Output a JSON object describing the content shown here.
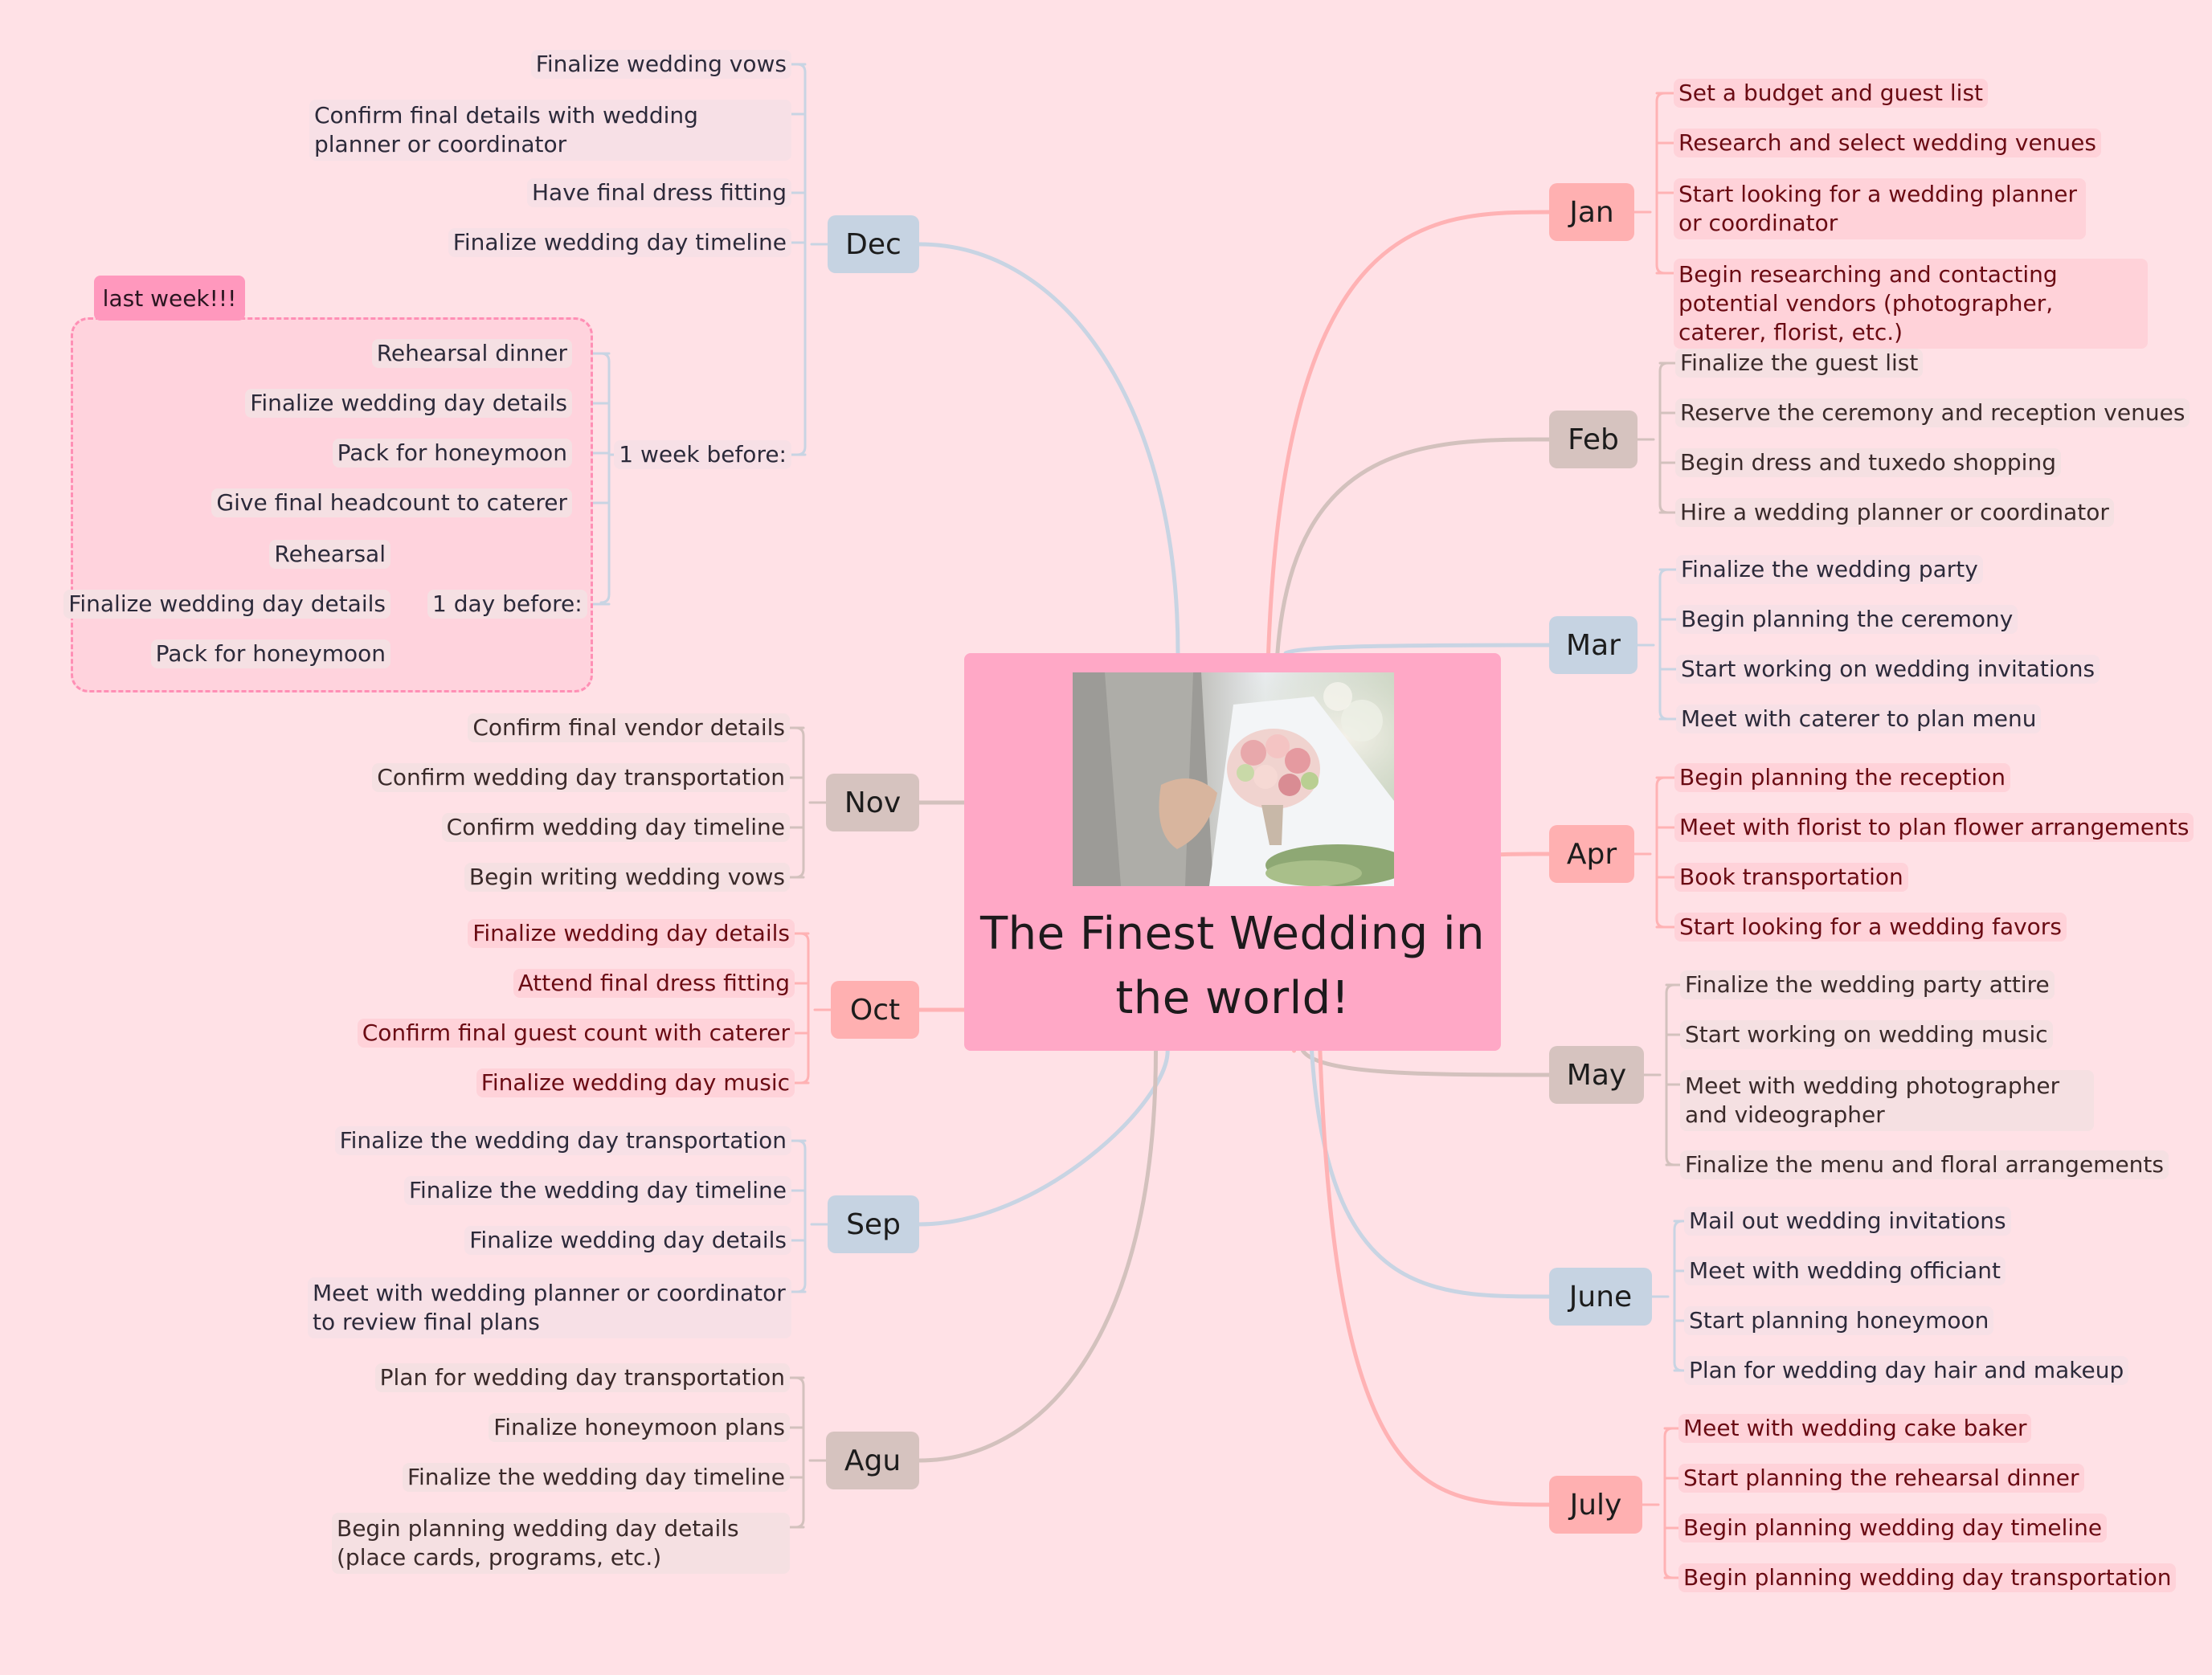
{
  "title": "The Finest Wedding in the world!",
  "colors": {
    "background": "#ffe1e6",
    "center": "#ffa8c6",
    "blue_branch": "#c6d3e2",
    "beige_branch": "#d6c3bf",
    "red_branch": "#ffb0b1"
  },
  "photo_alt": "bride and groom photo",
  "right_months": [
    {
      "label": "Jan",
      "items": [
        "Set a budget and guest list",
        "Research and select wedding venues",
        "Start looking for a wedding planner or coordinator",
        "Begin researching and contacting potential vendors (photographer, caterer, florist, etc.)"
      ]
    },
    {
      "label": "Feb",
      "items": [
        "Finalize the guest list",
        "Reserve the ceremony and reception venues",
        "Begin dress and tuxedo shopping",
        "Hire a wedding planner or coordinator"
      ]
    },
    {
      "label": "Mar",
      "items": [
        "Finalize the wedding party",
        "Begin planning the ceremony",
        "Start working on wedding invitations",
        "Meet with caterer to plan menu"
      ]
    },
    {
      "label": "Apr",
      "items": [
        "Begin planning the reception",
        "Meet with florist to plan flower arrangements",
        "Book transportation",
        "Start looking for a wedding favors"
      ]
    },
    {
      "label": "May",
      "items": [
        "Finalize the wedding party attire",
        "Start working on wedding music",
        "Meet with wedding photographer and videographer",
        "Finalize the menu and floral arrangements"
      ]
    },
    {
      "label": "June",
      "items": [
        "Mail out wedding invitations",
        "Meet with wedding officiant",
        "Start planning honeymoon",
        "Plan for wedding day hair and makeup"
      ]
    },
    {
      "label": "July",
      "items": [
        "Meet with wedding cake baker",
        "Start planning the rehearsal dinner",
        "Begin planning wedding day timeline",
        "Begin planning wedding day transportation"
      ]
    }
  ],
  "left_months": [
    {
      "label": "Dec",
      "items": [
        "Finalize wedding vows",
        "Confirm final details with wedding planner or coordinator",
        "Have final dress fitting",
        "Finalize wedding day timeline",
        "1 week before:"
      ]
    },
    {
      "label": "Nov",
      "items": [
        "Confirm final vendor details",
        "Confirm wedding day transportation",
        "Confirm wedding day timeline",
        "Begin writing wedding vows"
      ]
    },
    {
      "label": "Oct",
      "items": [
        "Finalize wedding day details",
        "Attend final dress fitting",
        "Confirm final guest count with caterer",
        "Finalize wedding day music"
      ]
    },
    {
      "label": "Sep",
      "items": [
        "Finalize the wedding day transportation",
        "Finalize the wedding day timeline",
        "Finalize wedding day details",
        "Meet with wedding planner or coordinator to review final plans"
      ]
    },
    {
      "label": "Agu",
      "items": [
        "Plan for wedding day transportation",
        "Finalize honeymoon plans",
        "Finalize the wedding day timeline",
        "Begin planning wedding day details (place cards, programs, etc.)"
      ]
    }
  ],
  "week_group": {
    "label": "last week!!!",
    "items": [
      "Rehearsal dinner",
      "Finalize wedding day details",
      "Pack for honeymoon",
      "Give final headcount to caterer",
      "1 day before:"
    ],
    "day_before": [
      "Rehearsal",
      "Finalize wedding day details",
      "Pack for honeymoon"
    ]
  }
}
